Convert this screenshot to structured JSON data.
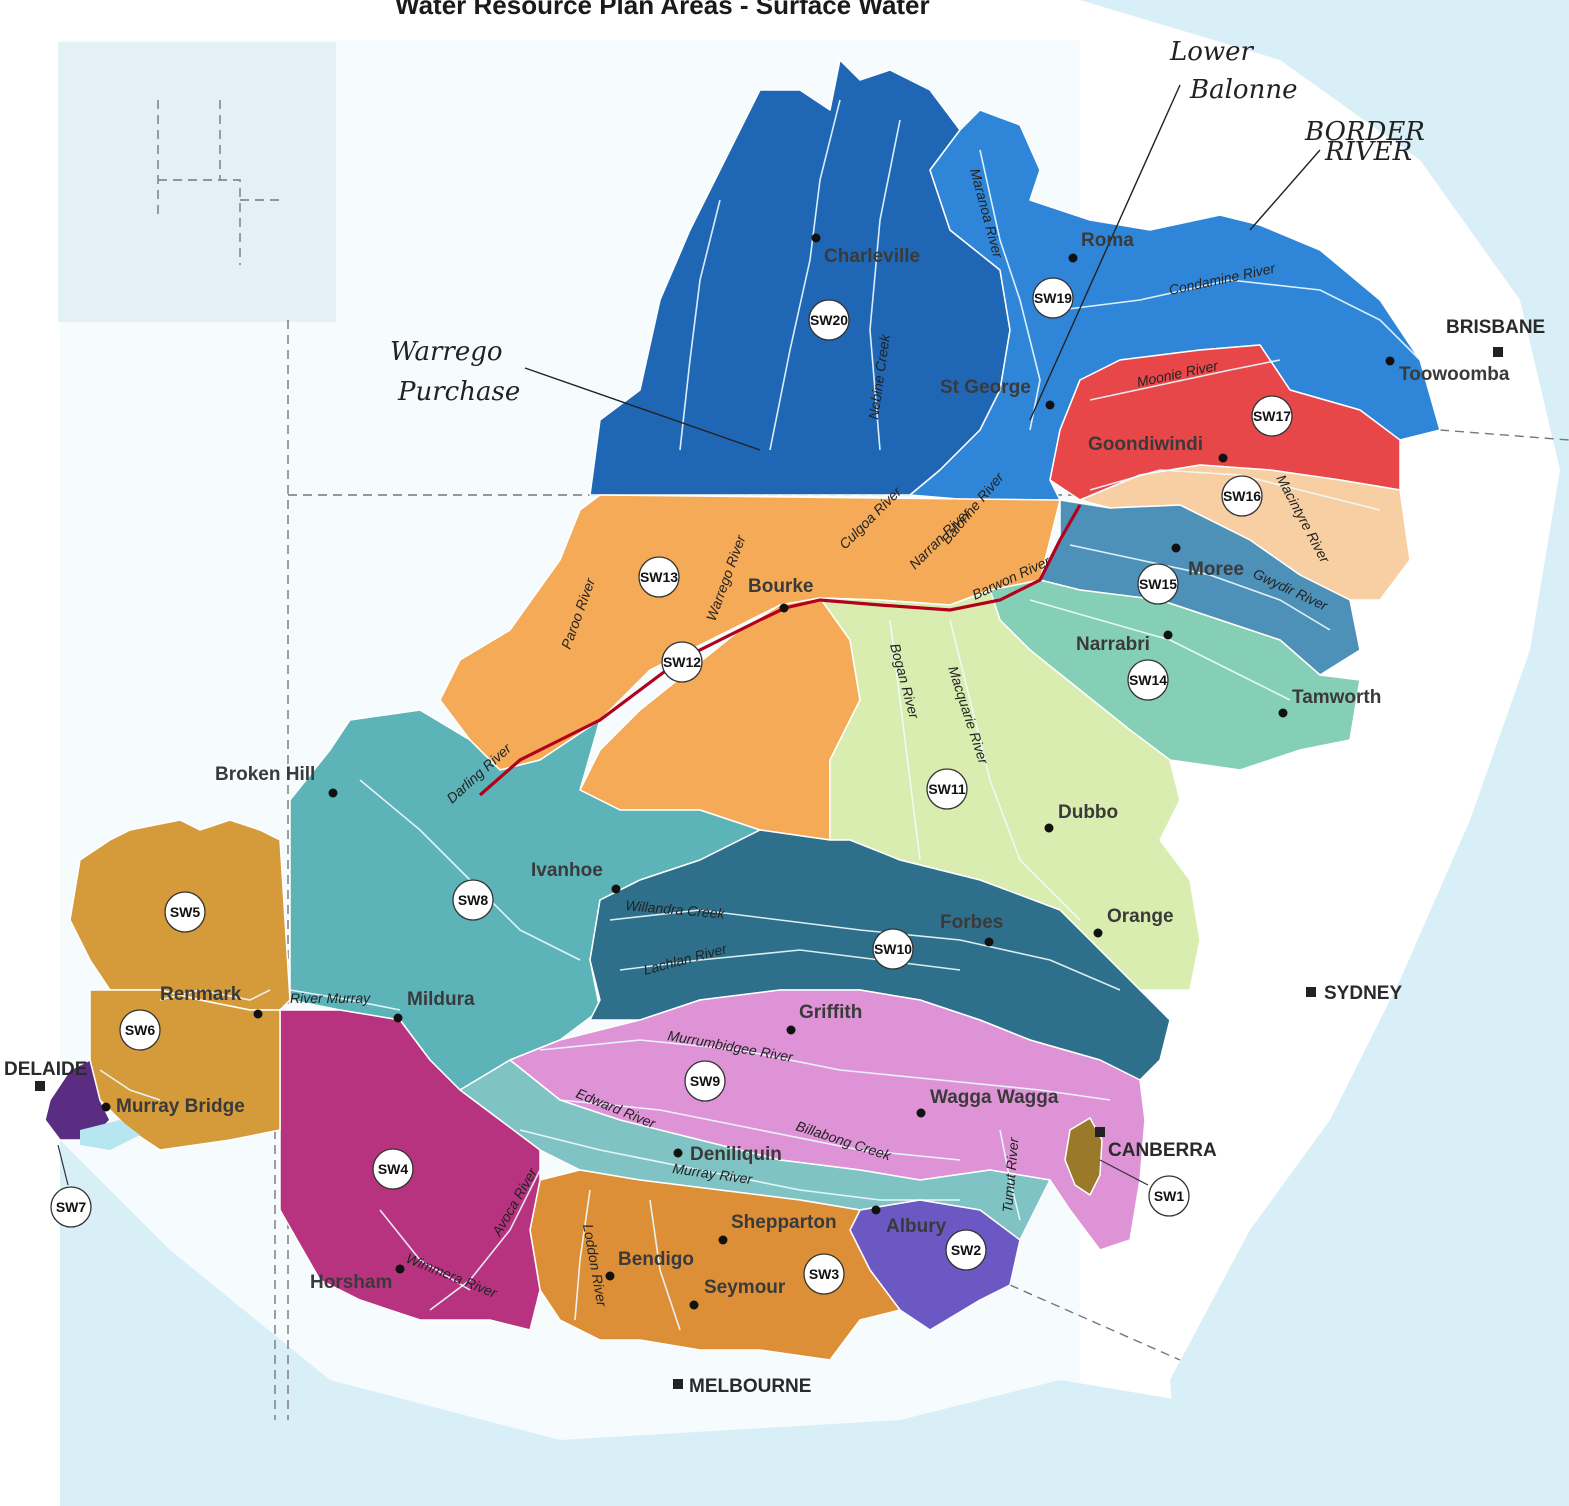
{
  "title": "Water Resource Plan Areas - Surface Water",
  "colors": {
    "sea": "#d8eff8",
    "SW20": "#1f67b5",
    "SW19": "#2f86d8",
    "SW17": "#e8474a",
    "SW16": "#f7cfa3",
    "SW15": "#4d90b8",
    "SW14": "#85cfb6",
    "SW13": "#f4aa57",
    "SW12": "#f4aa57",
    "SW11": "#d9edb0",
    "SW10": "#2e6f8b",
    "SW9": "#de93d7",
    "SW8": "#5cb3b8",
    "SW5": "#d59a3a",
    "SW6": "#d59a3a",
    "SW7": "#5a2d83",
    "SW4": "#b8337f",
    "SW3": "#dd8f38",
    "SW2": "#6b58c2",
    "SW1": "#9a7a2a",
    "murrayband": "#7fc3c5",
    "barwon": "#b3001b"
  },
  "regions": [
    "SW1",
    "SW2",
    "SW3",
    "SW4",
    "SW5",
    "SW6",
    "SW7",
    "SW8",
    "SW9",
    "SW10",
    "SW11",
    "SW12",
    "SW13",
    "SW14",
    "SW15",
    "SW16",
    "SW17",
    "SW19",
    "SW20"
  ],
  "towns": {
    "charleville": "Charleville",
    "roma": "Roma",
    "st_george": "St George",
    "goondiwindi": "Goondiwindi",
    "toowoomba": "Toowoomba",
    "moree": "Moree",
    "narrabri": "Narrabri",
    "tamworth": "Tamworth",
    "bourke": "Bourke",
    "broken_hill": "Broken Hill",
    "dubbo": "Dubbo",
    "ivanhoe": "Ivanhoe",
    "orange": "Orange",
    "forbes": "Forbes",
    "renmark": "Renmark",
    "mildura": "Mildura",
    "griffith": "Griffith",
    "murray_bridge": "Murray Bridge",
    "wagga_wagga": "Wagga Wagga",
    "deniliquin": "Deniliquin",
    "albury": "Albury",
    "shepparton": "Shepparton",
    "bendigo": "Bendigo",
    "seymour": "Seymour",
    "horsham": "Horsham"
  },
  "cities": {
    "brisbane": "BRISBANE",
    "sydney": "SYDNEY",
    "canberra": "CANBERRA",
    "melbourne": "MELBOURNE",
    "adelaide": "DELAIDE"
  },
  "rivers": {
    "maranoa": "Maranoa River",
    "condamine": "Condamine River",
    "moonie": "Moonie River",
    "macintyre": "Macintyre River",
    "gwydir": "Gwydir River",
    "nebine": "Nebine Creek",
    "culgoa": "Culgoa River",
    "balonne": "Balonne River",
    "narran": "Narran River",
    "barwon": "Barwon River",
    "paroo": "Paroo River",
    "warrego": "Warrego River",
    "bogan": "Bogan River",
    "macquarie": "Macquarie River",
    "darling": "Darling River",
    "willandra": "Willandra Creek",
    "lachlan": "Lachlan River",
    "river_murray": "River Murray",
    "murrumbidgee": "Murrumbidgee River",
    "edward": "Edward River",
    "billabong": "Billabong Creek",
    "murray": "Murray River",
    "tumut": "Tumut River",
    "avoca": "Avoca River",
    "wimmera": "Wimmera River",
    "loddon": "Loddon River"
  },
  "handwriting": {
    "lower_balonne": [
      "Lower",
      "Balonne"
    ],
    "border_river": [
      "BORDER",
      "RIVER"
    ],
    "warrego_purchase": [
      "Warrego",
      "Purchase"
    ]
  }
}
